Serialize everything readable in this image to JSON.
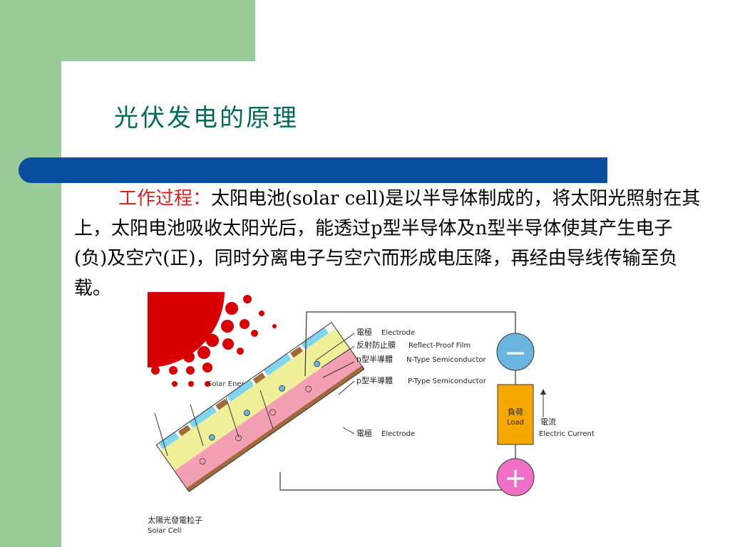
{
  "slide": {
    "title": "光伏发电的原理",
    "body_lead": "工作过程：",
    "body_text": "太阳电池(solar cell)是以半导体制成的，将太阳光照射在其上，太阳电池吸收太阳光后，能透过p型半导体及n型半导体使其产生电子(负)及空穴(正)，同时分离电子与空穴而形成电压降，再经由导线传输至负载。"
  },
  "diagram": {
    "sun_label": "Solar Energy",
    "labels": {
      "electrode_top_zh": "電極",
      "electrode_top_en": "Electrode",
      "film_zh": "反射防止膜",
      "film_en": "Reflect-Proof Film",
      "n_zh": "n型半導體",
      "n_en": "N-Type Semiconductor",
      "p_zh": "p型半導體",
      "p_en": "P-Type Semiconductor",
      "electrode_bottom_zh": "電極",
      "electrode_bottom_en": "Electrode",
      "load_zh": "負荷",
      "load_en": "Load",
      "current_zh": "電流",
      "current_en": "Electric Current",
      "cell_zh": "太陽光發電粒子",
      "cell_en": "Solar Cell",
      "minus_symbol": "−",
      "plus_symbol": "+"
    },
    "colors": {
      "sun": "#d80000",
      "n_layer": "#f0f09a",
      "p_layer": "#f4a0b4",
      "film": "#7fd4f0",
      "electrode": "#a06a3a",
      "load": "#f5a800",
      "minus_terminal": "#6ab4e0",
      "plus_terminal": "#f070c8"
    }
  }
}
